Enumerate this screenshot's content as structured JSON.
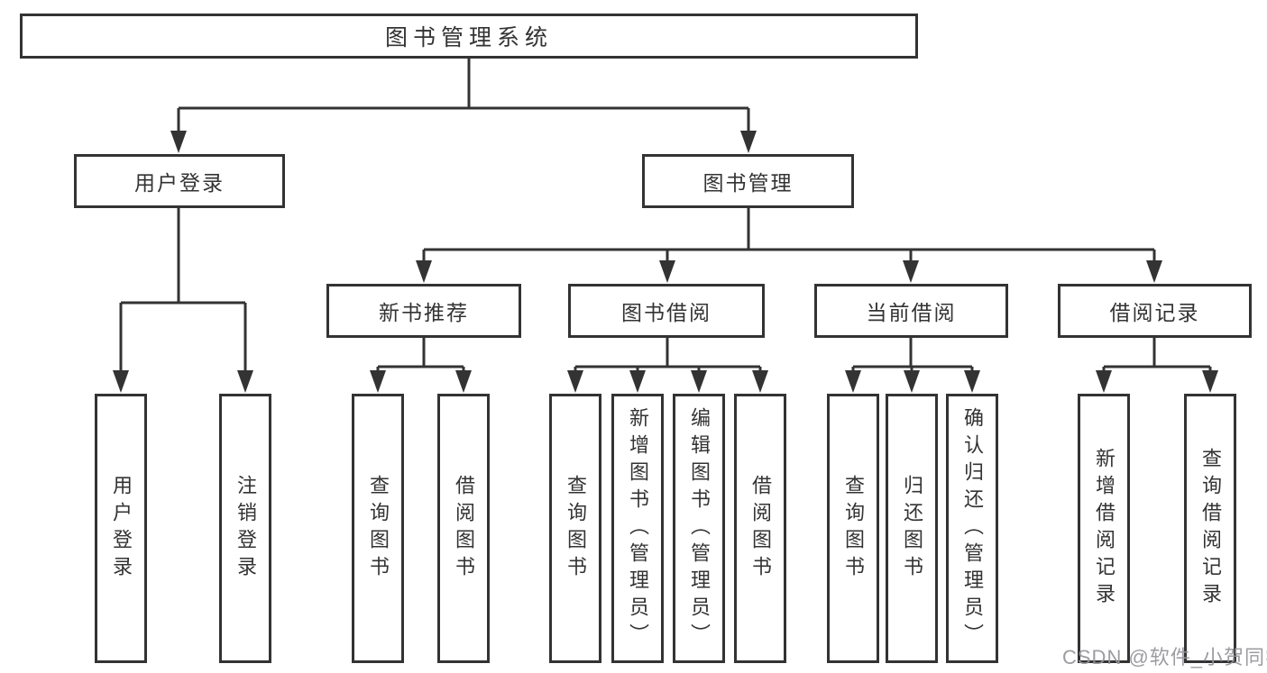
{
  "diagram": {
    "colors": {
      "line": "#333333",
      "text": "#333333",
      "box_background": "#ffffff",
      "watermark": "#94949a"
    },
    "root": {
      "label": "图书管理系统"
    },
    "level2": [
      {
        "label": "用户登录"
      },
      {
        "label": "图书管理"
      }
    ],
    "level3": [
      {
        "label": "新书推荐"
      },
      {
        "label": "图书借阅"
      },
      {
        "label": "当前借阅"
      },
      {
        "label": "借阅记录"
      }
    ],
    "leaves": {
      "user_login": [
        "用户登录",
        "注销登录"
      ],
      "new_book": [
        "查询图书",
        "借阅图书"
      ],
      "book_borrow": [
        "查询图书",
        "新增图书（管理员）",
        "编辑图书（管理员）",
        "借阅图书"
      ],
      "current_borrow": [
        "查询图书",
        "归还图书",
        "确认归还（管理员）"
      ],
      "borrow_records": [
        "新增借阅记录",
        "查询借阅记录"
      ]
    },
    "watermark": "CSDN @软件_小贺同学"
  }
}
